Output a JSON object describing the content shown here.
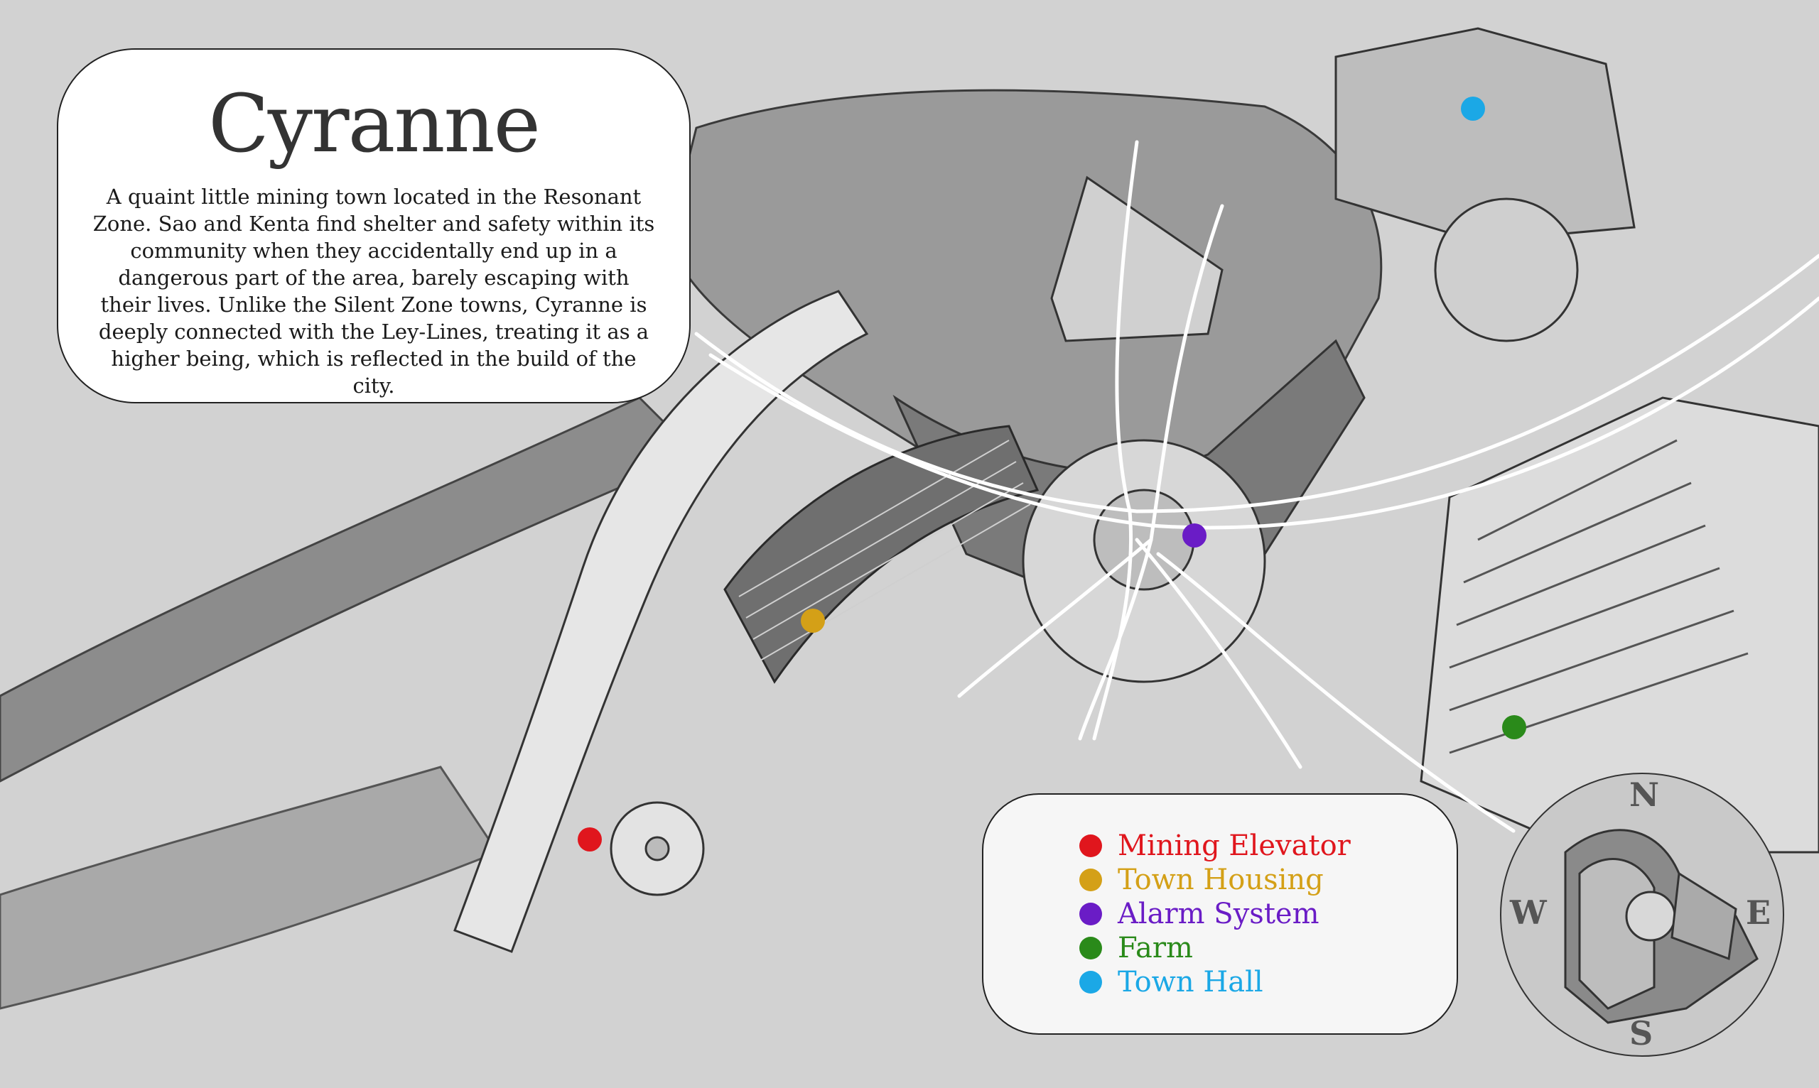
{
  "info": {
    "title": "Cyranne",
    "description": "A quaint little mining town located in the Resonant Zone. Sao and Kenta find shelter and safety within its community when they accidentally end up in a dangerous part of the area, barely escaping with their lives. Unlike the Silent Zone towns, Cyranne is deeply connected with the Ley-Lines, treating it as a higher being, which is reflected in the build of the city."
  },
  "legend": [
    {
      "label": "Mining Elevator",
      "color": "#e0161d"
    },
    {
      "label": "Town Housing",
      "color": "#d4a017"
    },
    {
      "label": "Alarm System",
      "color": "#6a1cc6"
    },
    {
      "label": "Farm",
      "color": "#2a8a1a"
    },
    {
      "label": "Town Hall",
      "color": "#1ba8e6"
    }
  ],
  "compass": {
    "north": "N",
    "south": "S",
    "east": "E",
    "west": "W"
  }
}
